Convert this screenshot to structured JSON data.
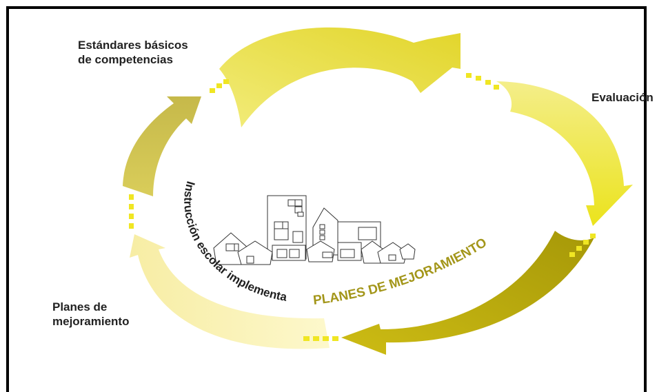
{
  "labels": {
    "standards_line1": "Estándares básicos",
    "standards_line2": "de competencias",
    "evaluation": "Evaluación",
    "plans_line1": "Planes de",
    "plans_line2": "mejoramiento"
  },
  "curved_text": {
    "instruction": "Instrucción escolar implementa",
    "improvement_plans": "PLANES DE MEJORAMIENTO"
  },
  "colors": {
    "arrow_top": "#e8df3a",
    "arrow_right": "#eee81c",
    "arrow_bottom_right": "#b9a80e",
    "arrow_bottom_left": "#faf3b8",
    "arrow_left": "#cfc154",
    "plans_text": "#a3961a",
    "connector_dots": "#f0e623"
  },
  "icons": [
    "town-illustration"
  ]
}
